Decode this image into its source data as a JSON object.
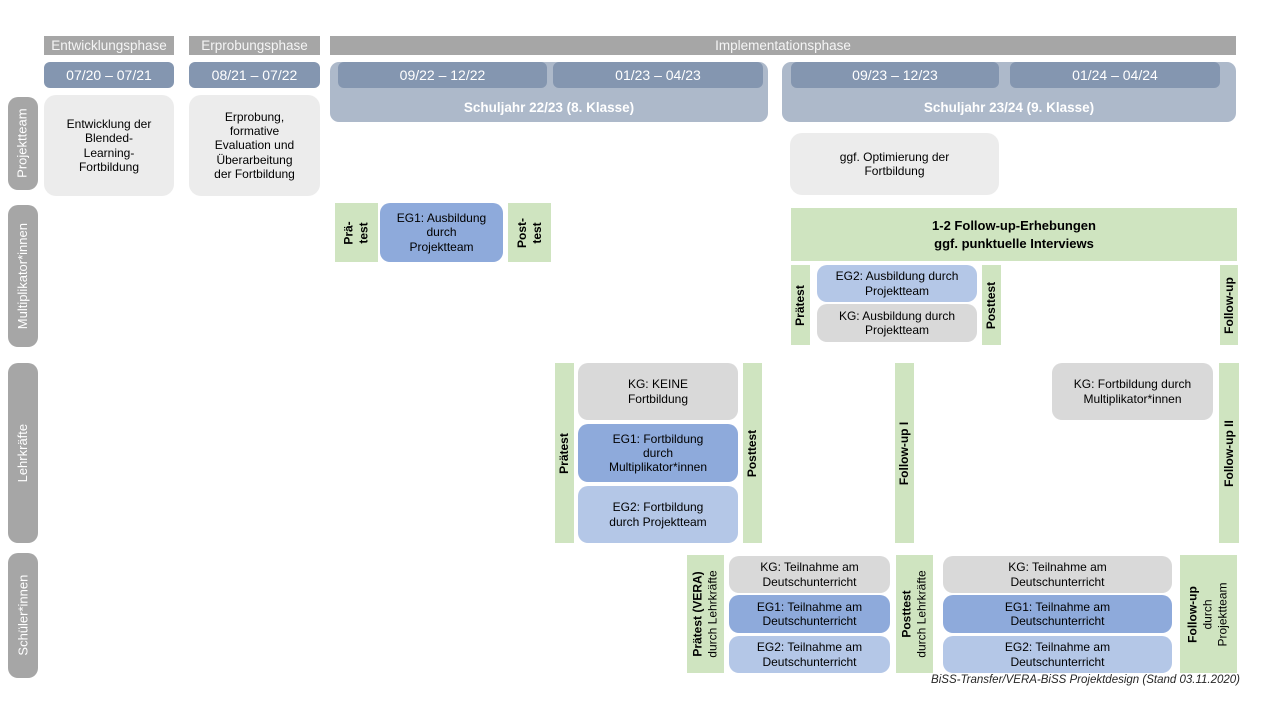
{
  "phases": {
    "entwicklung": {
      "label": "Entwicklungsphase",
      "date": "07/20 – 07/21"
    },
    "erprobung": {
      "label": "Erprobungsphase",
      "date": "08/21 – 07/22"
    },
    "implementation": {
      "label": "Implementationsphase"
    }
  },
  "school_years": {
    "sj1": {
      "label": "Schuljahr 22/23 (8. Klasse)",
      "term1": "09/22 – 12/22",
      "term2": "01/23 – 04/23"
    },
    "sj2": {
      "label": "Schuljahr 23/24 (9. Klasse)",
      "term1": "09/23 – 12/23",
      "term2": "01/24 – 04/24"
    }
  },
  "actors": {
    "projektteam": "Projektteam",
    "multiplikatoren": "Multiplikator*innen",
    "lehrkraefte": "Lehrkräfte",
    "schueler": "Schüler*innen"
  },
  "projektteam_row": {
    "entwicklung": "Entwicklung der\nBlended-\nLearning-\nFortbildung",
    "erprobung": "Erprobung,\nformative\nEvaluation und\nÜberarbeitung\nder Fortbildung",
    "optimierung": "ggf. Optimierung der\nFortbildung"
  },
  "multiplikatoren_row": {
    "praetest1_line1": "Prä-",
    "praetest1_line2": "test",
    "eg1": "EG1: Ausbildung\ndurch\nProjektteam",
    "posttest1_line1": "Post-",
    "posttest1_line2": "test",
    "followup_box": "1-2 Follow-up-Erhebungen\nggf. punktuelle Interviews",
    "praetest2": "Prätest",
    "eg2": "EG2: Ausbildung durch\nProjektteam",
    "kg": "KG: Ausbildung durch\nProjektteam",
    "posttest2": "Posttest",
    "followup": "Follow-up"
  },
  "lehrkraefte_row": {
    "praetest": "Prätest",
    "kg": "KG: KEINE\nFortbildung",
    "eg1": "EG1: Fortbildung\ndurch\nMultiplikator*innen",
    "eg2": "EG2: Fortbildung\ndurch Projektteam",
    "posttest": "Posttest",
    "followup1": "Follow-up I",
    "kg_followup": "KG: Fortbildung durch\nMultiplikator*innen",
    "followup2": "Follow-up II"
  },
  "schueler_row": {
    "praetest_line1": "Prätest (VERA)",
    "praetest_line2": "durch Lehrkräfte",
    "kg1": "KG: Teilnahme am\nDeutschunterricht",
    "eg1_1": "EG1: Teilnahme am\nDeutschunterricht",
    "eg2_1": "EG2: Teilnahme am\nDeutschunterricht",
    "posttest_line1": "Posttest",
    "posttest_line2": "durch Lehrkräfte",
    "kg2": "KG: Teilnahme am\nDeutschunterricht",
    "eg1_2": "EG1: Teilnahme am\nDeutschunterricht",
    "eg2_2": "EG2: Teilnahme am\nDeutschunterricht",
    "followup_line1": "Follow-up",
    "followup_line2": "durch",
    "followup_line3": "Projektteam"
  },
  "footer": {
    "text": "BiSS-Transfer/VERA-BiSS Projektdesign (Stand 03.11.2020)"
  },
  "colors": {
    "phase_bar_gray": "#A6A6A6",
    "actor_bar_gray": "#A6A6A6",
    "date_bar_blue": "#8496B0",
    "school_year_blue": "#ADB9CA",
    "light_gray_box": "#ECECEC",
    "kg_gray_box": "#D9D9D9",
    "eg1_blue": "#8EAADB",
    "eg2_light_blue": "#B4C7E7",
    "test_green": "#CFE4C0"
  }
}
